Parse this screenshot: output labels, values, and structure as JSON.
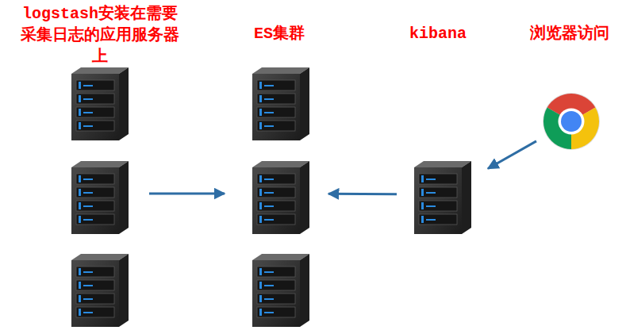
{
  "diagram": {
    "nodes": [
      {
        "text": [
          "logstash安装在需要采集日志的应用服务器上"
        ]
      },
      {
        "text": [
          "ES集群"
        ]
      },
      {
        "text": [
          "kibana"
        ]
      },
      {
        "text": [
          "浏览器访问"
        ]
      }
    ],
    "edges": [
      {
        "from": 0,
        "to": 1,
        "arrow": "to"
      },
      {
        "from": 2,
        "to": 1,
        "arrow": "to"
      },
      {
        "from": 3,
        "to": 2,
        "arrow": "to"
      }
    ]
  }
}
